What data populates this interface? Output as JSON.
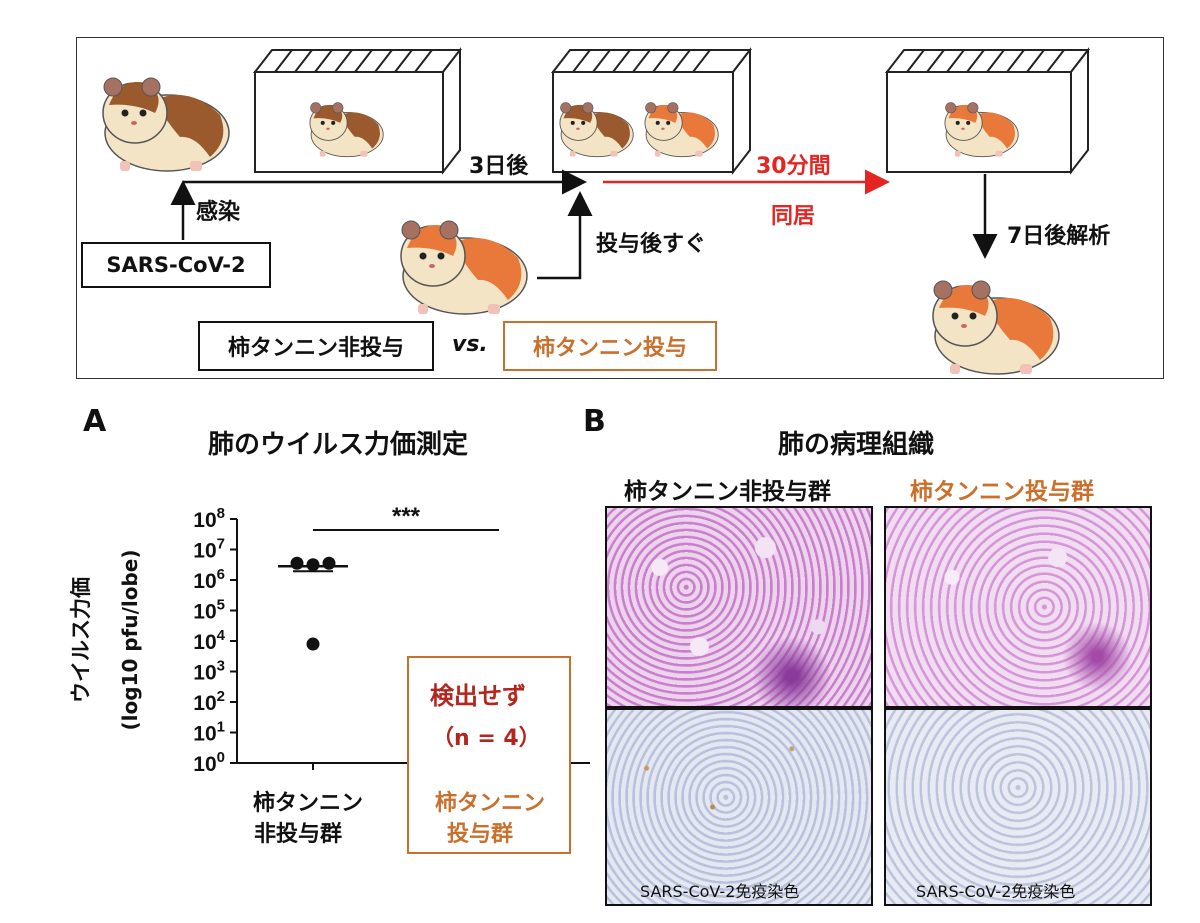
{
  "top": {
    "infection_label": "感染",
    "three_days_label": "3日後",
    "thirty_min_label": "30分間",
    "cohab_label": "同居",
    "after_dose_label": "投与後すぐ",
    "seven_day_label": "7日後解析",
    "virus_box": "SARS-CoV-2",
    "non_dose_box": "柿タンニン非投与",
    "vs_label": "vs.",
    "dose_box": "柿タンニン投与"
  },
  "panel_a": {
    "letter": "A",
    "title": "肺のウイルス力価測定",
    "ylabel_main": "ウイルス力価",
    "ylabel_unit": "(log10 pfu/lobe)",
    "significance": "***",
    "not_detected": "検出せず",
    "n_label": "（n = 4）",
    "group1_line1": "柿タンニン",
    "group1_line2": "非投与群",
    "group2_line1": "柿タンニン",
    "group2_line2": "投与群"
  },
  "chart_data": {
    "type": "scatter",
    "y_scale": "log",
    "ylim_log10": [
      0,
      8
    ],
    "y_ticks": [
      "10^0",
      "10^1",
      "10^2",
      "10^3",
      "10^4",
      "10^5",
      "10^6",
      "10^7",
      "10^8"
    ],
    "categories": [
      "柿タンニン非投与群",
      "柿タンニン投与群"
    ],
    "points_log10": [
      {
        "group": 0,
        "value": 6.55
      },
      {
        "group": 0,
        "value": 6.5
      },
      {
        "group": 0,
        "value": 6.55
      },
      {
        "group": 0,
        "value": 3.9
      }
    ],
    "mean_log10": 6.45
  },
  "panel_b": {
    "letter": "B",
    "title": "肺の病理組織",
    "col1": "柿タンニン非投与群",
    "col2": "柿タンニン投与群",
    "caption1": "SARS-CoV-2免疫染色",
    "caption2": "SARS-CoV-2免疫染色"
  },
  "colors": {
    "orange": "#c9702c",
    "red": "#e52521",
    "dark_red": "#b3261e",
    "black": "#111111"
  }
}
